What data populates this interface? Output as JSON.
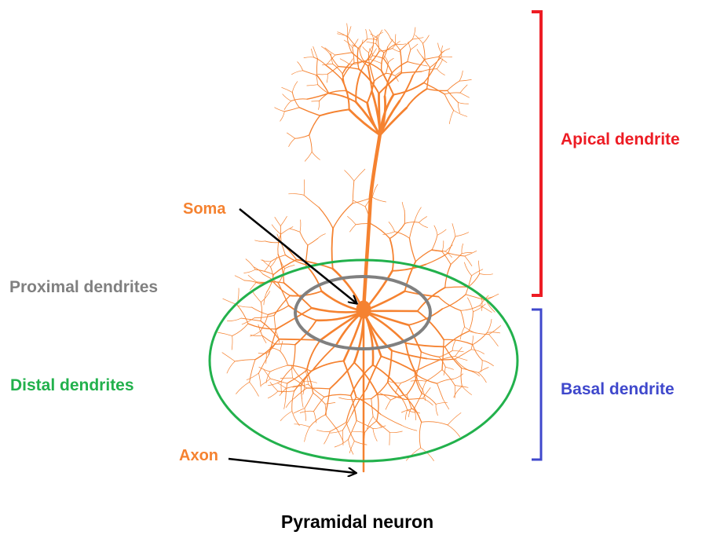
{
  "title": "Pyramidal neuron",
  "labels": {
    "soma": "Soma",
    "axon": "Axon",
    "proximal": "Proximal dendrites",
    "distal": "Distal dendrites",
    "apical": "Apical dendrite",
    "basal": "Basal dendrite"
  },
  "colors": {
    "neuron": "#f58230",
    "soma_label": "#f58230",
    "axon_label": "#f58230",
    "proximal": "#808080",
    "distal": "#22b14c",
    "apical": "#ed1c24",
    "basal": "#3f48cc",
    "arrow": "#000000",
    "title": "#000000"
  }
}
